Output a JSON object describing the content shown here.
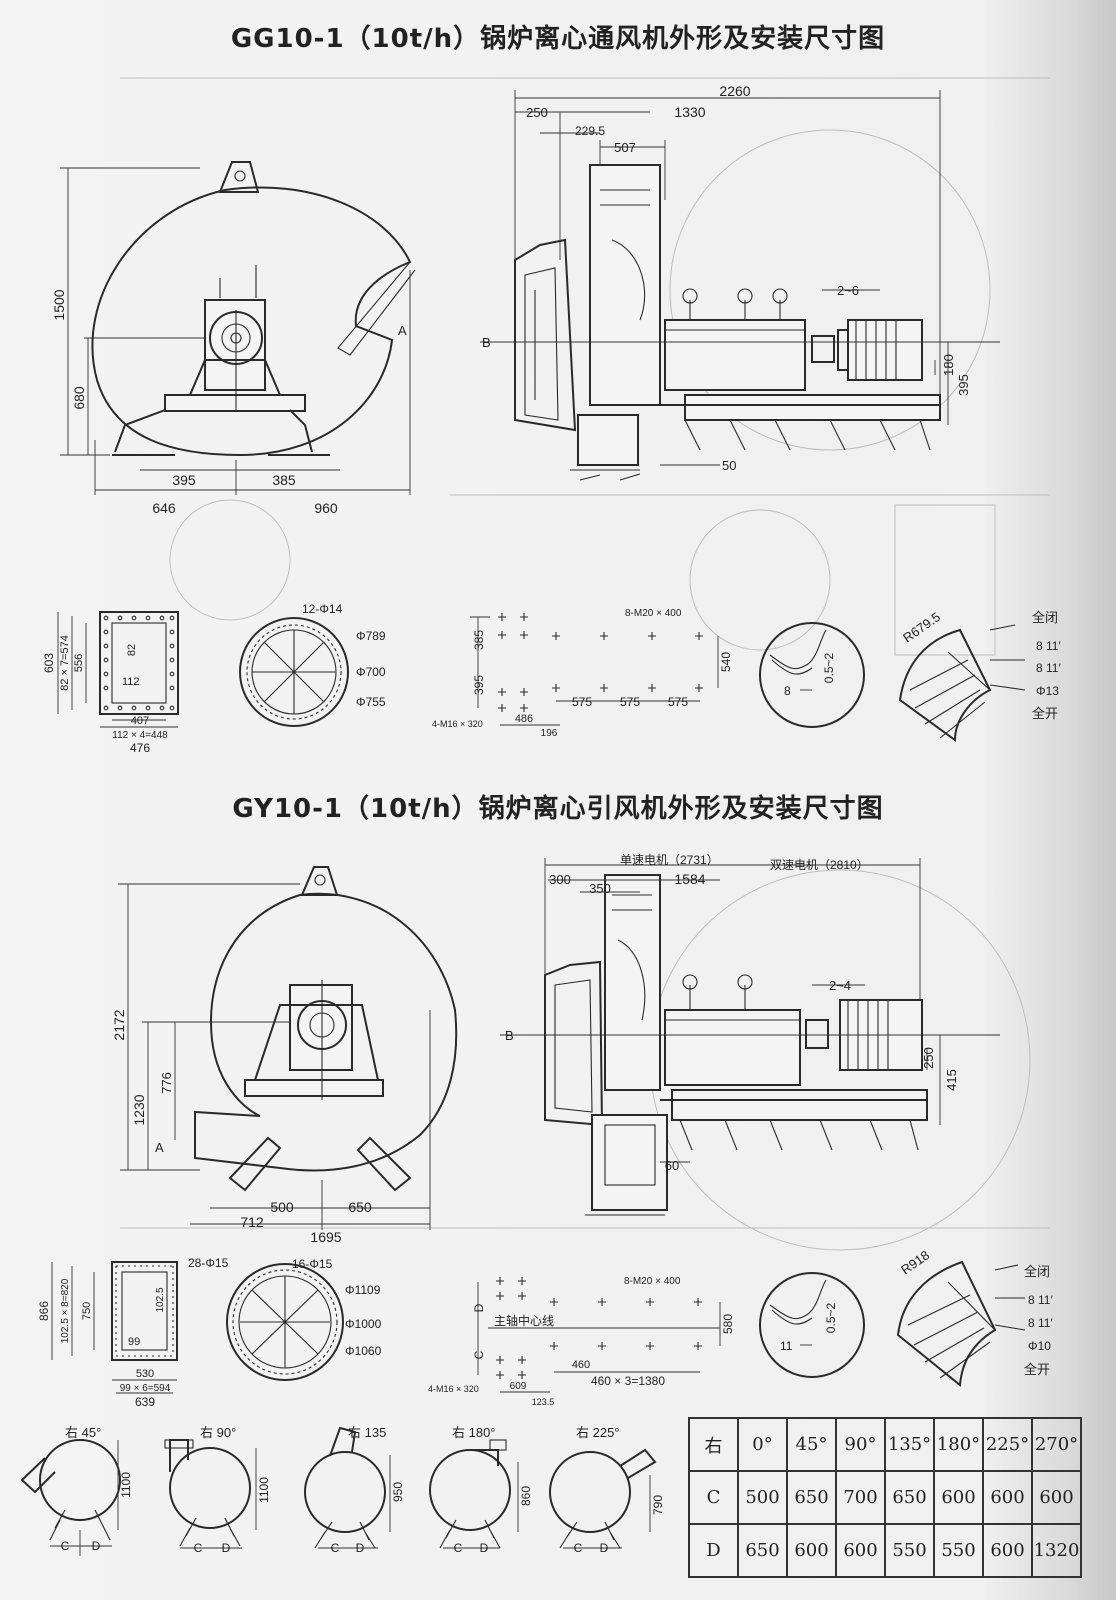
{
  "top": {
    "title": "GG10-1（10t/h）锅炉离心通风机外形及安装尺寸图",
    "side": {
      "h_total": "1500",
      "h_axis": "680",
      "w_left": "395",
      "w_right": "385",
      "w_total_left": "646",
      "w_total_right": "960",
      "label_a": "A"
    },
    "front": {
      "d_total": "2260",
      "d_250": "250",
      "d_1330": "1330",
      "d_229": "229.5",
      "d_507": "507",
      "d_gap": "2~6",
      "d_180": "180",
      "d_395": "395",
      "d_50": "50",
      "label_b": "B"
    },
    "outlet": {
      "h603": "603",
      "h574": "82 × 7=574",
      "h556": "556",
      "in82": "82",
      "in112": "112",
      "w407": "407",
      "w448": "112 × 4=448",
      "w476": "476"
    },
    "inlet": {
      "holes": "12-Φ14",
      "d789": "Φ789",
      "d700": "Φ700",
      "d755": "Φ755"
    },
    "base": {
      "bolts": "8-M20 × 400",
      "v385": "385",
      "v395": "395",
      "v540": "540",
      "h575a": "575",
      "h575b": "575",
      "h575c": "575",
      "h486": "486",
      "h196": "196",
      "bolt4": "4-M16 × 320"
    },
    "seal": {
      "d8": "8",
      "gap": "0.5~2"
    },
    "damper": {
      "r": "R679.5",
      "closed": "全闭",
      "a1": "8 11′",
      "a2": "8 11′",
      "hole": "Φ13",
      "open": "全开"
    }
  },
  "bottom": {
    "title": "GY10-1（10t/h）锅炉离心引风机外形及安装尺寸图",
    "side": {
      "h_total": "2172",
      "h_axis": "1230",
      "h_776": "776",
      "w_500": "500",
      "w_650": "650",
      "w_712": "712",
      "w_total": "1695",
      "label_a": "A"
    },
    "front": {
      "m_single": "单速电机（2731）",
      "m_double": "双速电机（2810）",
      "d_300": "300",
      "d_350": "350",
      "d_1584": "1584",
      "d_gap": "2~4",
      "d_250": "250",
      "d_415": "415",
      "d_60": "60",
      "label_b": "B"
    },
    "outlet": {
      "holes": "28-Φ15",
      "h866": "866",
      "h820": "102.5 × 8=820",
      "h750": "750",
      "in1025": "102.5",
      "in99": "99",
      "w530": "530",
      "w594": "99 × 6=594",
      "w639": "639"
    },
    "inlet": {
      "holes": "16-Φ15",
      "d1109": "Φ1109",
      "d1000": "Φ1000",
      "d1060": "Φ1060"
    },
    "base": {
      "bolts": "8-M20 × 400",
      "axis": "主轴中心线",
      "c": "C",
      "d": "D",
      "v580": "580",
      "h460": "460",
      "h1380": "460 × 3=1380",
      "h609": "609",
      "h1235": "123.5",
      "bolt4": "4-M16 × 320"
    },
    "seal": {
      "d11": "11",
      "gap": "0.5~2"
    },
    "damper": {
      "r": "R918",
      "closed": "全闭",
      "a1": "8 11′",
      "a2": "8 11′",
      "hole": "Φ10",
      "open": "全开"
    }
  },
  "positions": [
    {
      "label": "右 45°",
      "h": "1100"
    },
    {
      "label": "右 90°",
      "h": "1100"
    },
    {
      "label": "右 135",
      "h": "950"
    },
    {
      "label": "右 180°",
      "h": "860"
    },
    {
      "label": "右 225°",
      "h": "790"
    }
  ],
  "cd": {
    "c": "C",
    "d": "D"
  },
  "angle_table": {
    "header": [
      "右",
      "0°",
      "45°",
      "90°",
      "135°",
      "180°",
      "225°",
      "270°"
    ],
    "row_c": [
      "C",
      "500",
      "650",
      "700",
      "650",
      "600",
      "600",
      "600"
    ],
    "row_d": [
      "D",
      "650",
      "600",
      "600",
      "550",
      "550",
      "600",
      "1320"
    ]
  }
}
